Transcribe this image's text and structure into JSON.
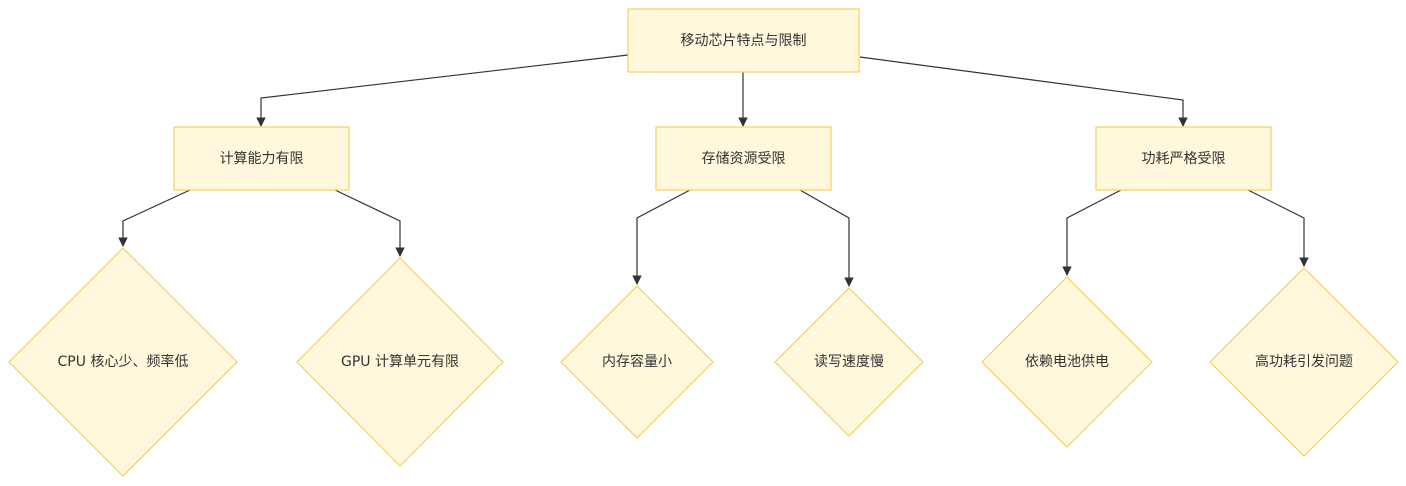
{
  "diagram": {
    "root": {
      "label": "移动芯片特点与限制"
    },
    "categories": [
      {
        "label": "计算能力有限",
        "children": [
          "CPU 核心少、频率低",
          "GPU 计算单元有限"
        ]
      },
      {
        "label": "存储资源受限",
        "children": [
          "内存容量小",
          "读写速度慢"
        ]
      },
      {
        "label": "功耗严格受限",
        "children": [
          "依赖电池供电",
          "高功耗引发问题"
        ]
      }
    ]
  },
  "colors": {
    "node_fill": "#fff8dc",
    "node_stroke": "#f5d060",
    "edge": "#333333",
    "text": "#333333"
  }
}
